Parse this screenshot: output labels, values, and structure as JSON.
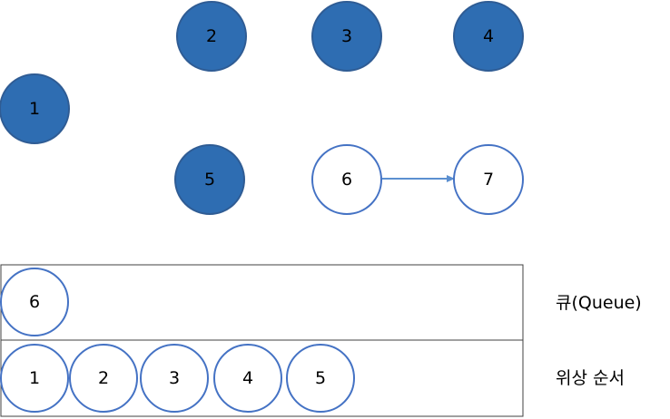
{
  "colors": {
    "visited_fill": "#2e6db2",
    "visited_stroke": "#2f5c94",
    "unvisited_fill": "#ffffff",
    "unvisited_stroke": "#4472c4",
    "edge": "#5b8fd0",
    "box_border": "#404040"
  },
  "graph": {
    "nodes": [
      {
        "id": "1",
        "label": "1",
        "visited": true
      },
      {
        "id": "2",
        "label": "2",
        "visited": true
      },
      {
        "id": "3",
        "label": "3",
        "visited": true
      },
      {
        "id": "4",
        "label": "4",
        "visited": true
      },
      {
        "id": "5",
        "label": "5",
        "visited": true
      },
      {
        "id": "6",
        "label": "6",
        "visited": false
      },
      {
        "id": "7",
        "label": "7",
        "visited": false
      }
    ],
    "edges": [
      {
        "from": "6",
        "to": "7"
      }
    ]
  },
  "queue": {
    "label": "큐(Queue)",
    "items": [
      "6"
    ]
  },
  "topological_order": {
    "label": "위상 순서",
    "items": [
      "1",
      "2",
      "3",
      "4",
      "5"
    ]
  }
}
